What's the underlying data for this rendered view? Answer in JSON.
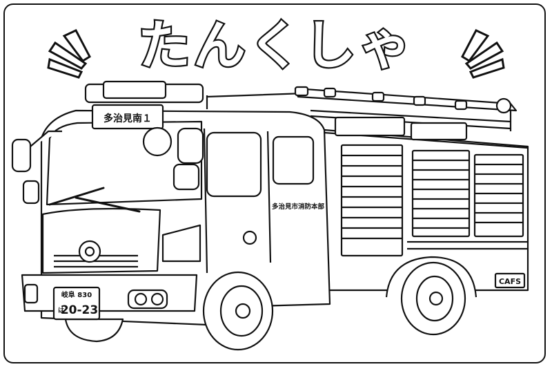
{
  "title": "たんくしゃ",
  "truck": {
    "roof_sign": "多治見南１",
    "door_text": "多治見市消防本部",
    "plate_region": "岐阜 830",
    "plate_kana": "は",
    "plate_number": "20-23",
    "rear_badge": "CAFS"
  },
  "colors": {
    "line": "#111111",
    "paper": "#ffffff"
  }
}
